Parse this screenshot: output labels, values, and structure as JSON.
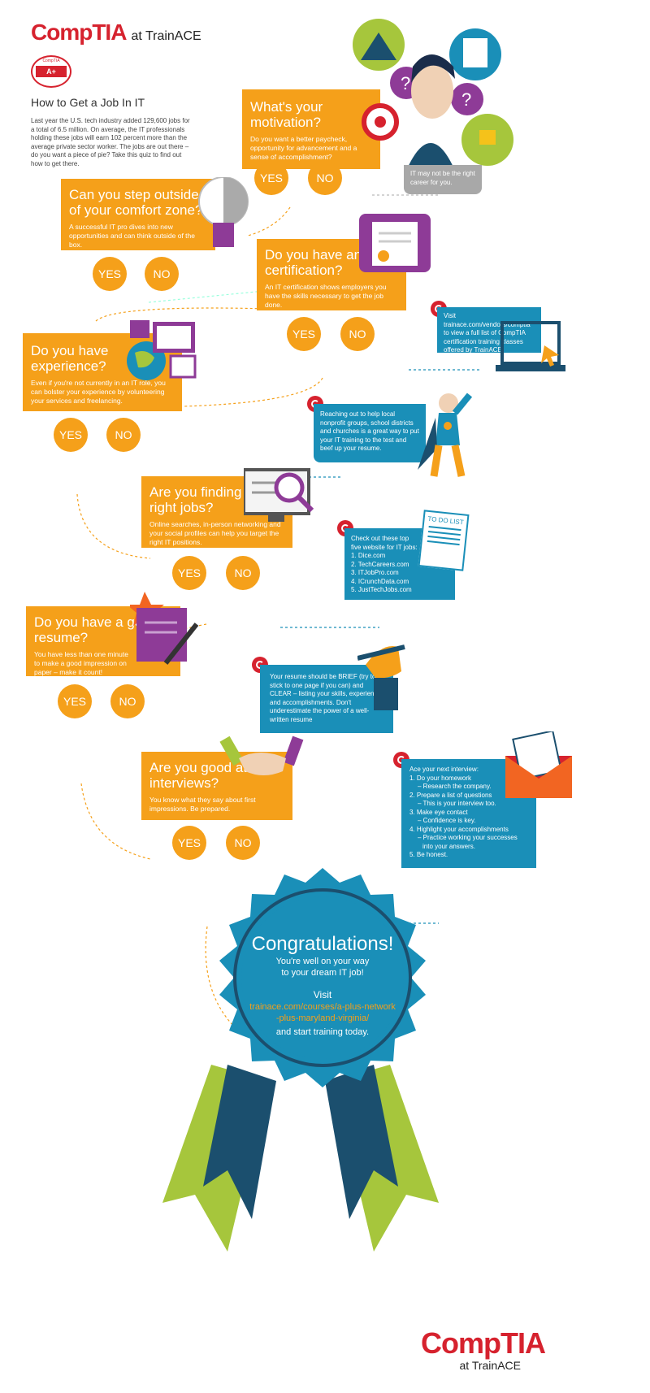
{
  "header": {
    "brand": "CompTIA",
    "at": "at TrainACE",
    "badge_top": "CompTIA",
    "badge_main": "A+",
    "title": "How to Get a Job In IT",
    "intro": "Last year the U.S. tech industry added 129,600 jobs for a total of 6.5 million. On average, the IT professionals holding these jobs will earn 102 percent more than the average private sector worker. The jobs are out there – do you want a piece of pie? Take this quiz to find out how to get there."
  },
  "labels": {
    "yes": "YES",
    "no": "NO"
  },
  "questions": [
    {
      "title": "What's your motivation?",
      "text": "Do you want a better paycheck, opportunity for advancement and a sense of accomplishment?"
    },
    {
      "title": "Can you step outside of your comfort zone?",
      "text": "A successful IT pro dives into new opportunities and can think outside of the box."
    },
    {
      "title": "Do you have an IT certification?",
      "text": "An IT certification shows employers you have the skills necessary to get the job done."
    },
    {
      "title": "Do you have experience?",
      "text": "Even if you're not currently in an IT role, you can bolster your experience by volunteering your services and freelancing."
    },
    {
      "title": "Are you finding the right jobs?",
      "text": "Online searches, in-person networking and your social profiles can help you target the right IT positions."
    },
    {
      "title": "Do you have a good resume?",
      "text": "You have less than one minute to make a good impression on paper – make it count!"
    },
    {
      "title": "Are you good at interviews?",
      "text": "You know what they say about first impressions. Be prepared."
    }
  ],
  "tips": {
    "not_career": "IT may not be the right career for you.",
    "certification": "Visit trainace.com/vendors/comptia to view a full list of CompTIA certification training classes offered by TrainACE.",
    "experience": "Reaching out to help local nonprofit groups, school districts and churches is a great way to put your IT training to the test and beef up your resume.",
    "jobs_intro": "Check out these top five website for IT jobs:",
    "jobs_list": [
      "1. Dice.com",
      "2. TechCareers.com",
      "3. ITJobPro.com",
      "4. ICrunchData.com",
      "5. JustTechJobs.com"
    ],
    "todo": "TO DO LIST",
    "resume": "Your resume should be BRIEF (try to stick to one page if you can) and CLEAR – listing your skills, experience and accomplishments. Don't underestimate the power of a well-written resume",
    "interview_intro": "Ace your next interview:",
    "interview_list": [
      "1. Do your homework",
      "– Research the company.",
      "2. Prepare a list of questions",
      "– This is your interview too.",
      "3. Make eye contact",
      "– Confidence is key.",
      "4. Highlight your accomplishments",
      "– Practice working your successes",
      "into your answers.",
      "5. Be honest."
    ]
  },
  "finale": {
    "title": "Congratulations!",
    "line1": "You're well on your way",
    "line2": "to your dream IT job!",
    "visit": "Visit",
    "url1": "trainace.com/courses/a-plus-network",
    "url2": "-plus-maryland-virginia/",
    "cta": "and start training today."
  },
  "footer": {
    "brand": "CompTIA",
    "at": "at TrainACE"
  },
  "colors": {
    "orange": "#f5a01a",
    "blue": "#1a8fb8",
    "red": "#d6222e",
    "gray": "#a8a8a8",
    "green": "#a6c63c",
    "navy": "#1b4f6e"
  }
}
